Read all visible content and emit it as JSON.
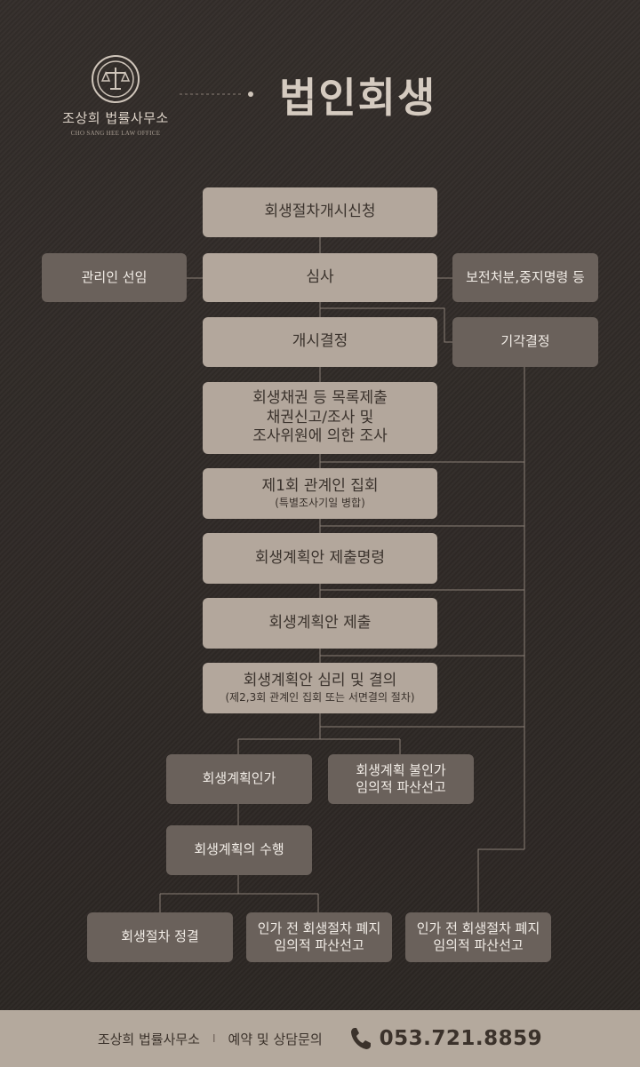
{
  "header": {
    "firm_name_kr": "조상희 법률사무소",
    "firm_name_en": "CHO SANG HEE LAW OFFICE",
    "title": "법인회생"
  },
  "steps": {
    "apply": "회생절차개시신청",
    "review": "심사",
    "appoint": "관리인 선임",
    "preserve": "보전처분,중지명령 등",
    "start": "개시결정",
    "dismiss": "기각결정",
    "claims_1": "회생채권 등 목록제출",
    "claims_2": "채권신고/조사 및",
    "claims_3": "조사위원에 의한 조사",
    "meeting1": "제1회 관계인 집회",
    "meeting1_sub": "(특별조사기일 병합)",
    "plan_order": "회생계획안 제출명령",
    "plan_submit": "회생계획안 제출",
    "plan_review": "회생계획안 심리 및 결의",
    "plan_review_sub": "(제2,3회 관계인 집회 또는 서면결의 절차)",
    "approve": "회생계획인가",
    "reject_1": "회생계획 불인가",
    "reject_2": "임의적 파산선고",
    "execute": "회생계획의 수행",
    "conclude": "회생절차 정결",
    "abolish_a_1": "인가 전 회생절차 폐지",
    "abolish_a_2": "임의적 파산선고",
    "abolish_b_1": "인가 전 회생절차 폐지",
    "abolish_b_2": "임의적 파산선고"
  },
  "footer": {
    "firm": "조상희 법률사무소",
    "separator": "I",
    "contact": "예약 및 상담문의",
    "phone": "053.721.8859"
  },
  "colors": {
    "background": "#2f2a27",
    "main_box": "#b3a79c",
    "side_box": "#6a615b",
    "connector": "#8a7f76",
    "footer": "#b4a99d"
  },
  "icons": [
    "law-emblem-icon",
    "phone-icon"
  ]
}
